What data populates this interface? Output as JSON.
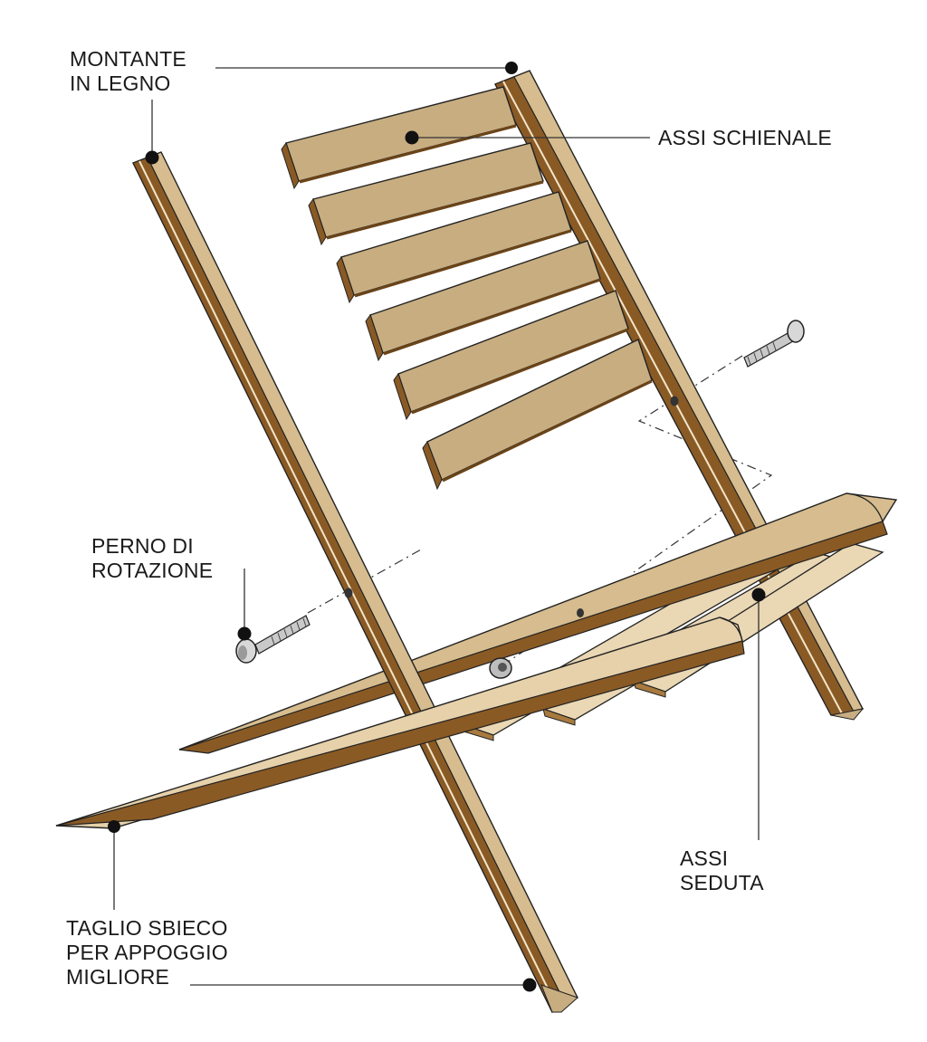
{
  "labels": {
    "montante": [
      "MONTANTE",
      "IN LEGNO"
    ],
    "assi_schienale": [
      "ASSI SCHIENALE"
    ],
    "perno": [
      "PERNO DI",
      "ROTAZIONE"
    ],
    "assi_seduta": [
      "ASSI",
      "SEDUTA"
    ],
    "taglio": [
      "TAGLIO SBIECO",
      "PER APPOGGIO",
      "MIGLIORE"
    ]
  },
  "colors": {
    "wood_light": "#d6bc8e",
    "wood_face": "#c7ad80",
    "wood_dark": "#8a5a25",
    "wood_pale": "#ead7b4",
    "leader": "#333333",
    "dot": "#111111",
    "metal": "#b8b8b8"
  }
}
